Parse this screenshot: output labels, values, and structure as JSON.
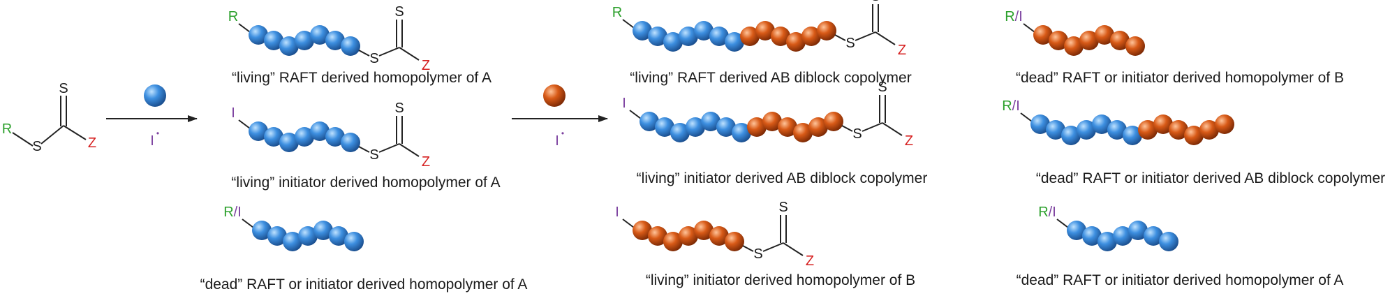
{
  "atoms": {
    "R": "R",
    "I": "I",
    "RI": "R/I",
    "S": "S",
    "Z": "Z",
    "radical_dot": "•"
  },
  "colors": {
    "monomer_A": "#3d8fe0",
    "monomer_B": "#d85a17",
    "R_label": "#2ca02c",
    "I_label": "#7b3f9e",
    "Z_label": "#d62020",
    "S_label": "#1a1a1a",
    "arrow": "#222222"
  },
  "reagents": {
    "step1_initiator": "I",
    "step2_initiator": "I"
  },
  "captions": {
    "living_raft_homopolymer_a": "“living” RAFT derived homopolymer of A",
    "living_initiator_homopolymer_a": "“living” initiator derived homopolymer of A",
    "dead_homopolymer_a_left": "“dead” RAFT or initiator derived homopolymer of A",
    "living_raft_diblock": "“living” RAFT derived AB diblock copolymer",
    "living_initiator_diblock": "“living” initiator derived AB diblock copolymer",
    "living_initiator_homopolymer_b": "“living” initiator derived homopolymer of B",
    "dead_homopolymer_b": "“dead” RAFT or initiator derived homopolymer of B",
    "dead_diblock": "“dead” RAFT or initiator derived AB diblock copolymer",
    "dead_homopolymer_a_right": "“dead” RAFT or initiator derived homopolymer of A"
  }
}
